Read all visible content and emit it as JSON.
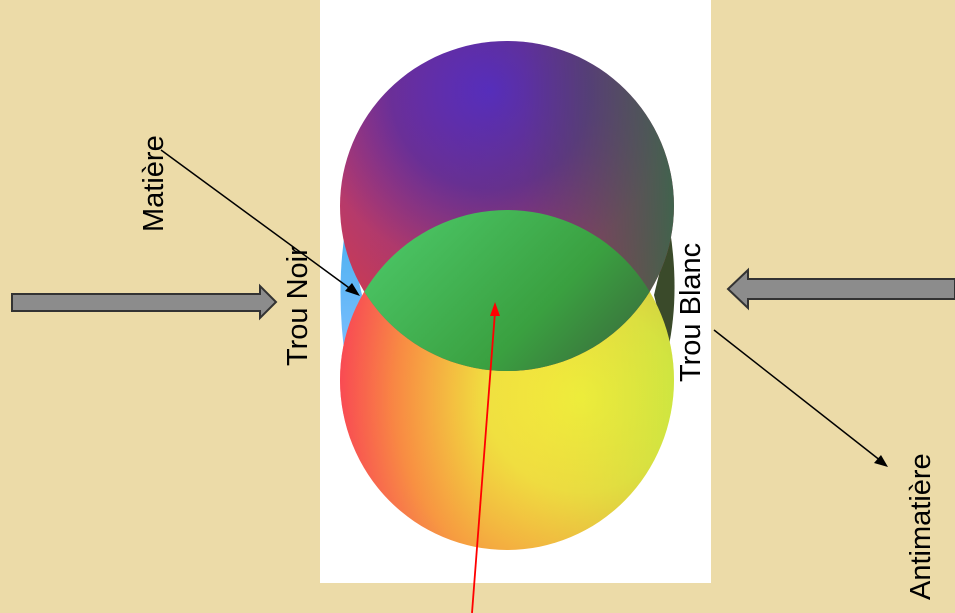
{
  "labels": {
    "matiere": "Matière",
    "trou_noir": "Trou Noir",
    "trou_blanc": "Trou Blanc",
    "antimatiere": "Antimatière"
  },
  "colors": {
    "background": "#ecdba8",
    "panel": "#ffffff",
    "arrow_fill": "#8c8c8c",
    "pointer_red": "#ff0000",
    "pointer_black": "#000000"
  }
}
